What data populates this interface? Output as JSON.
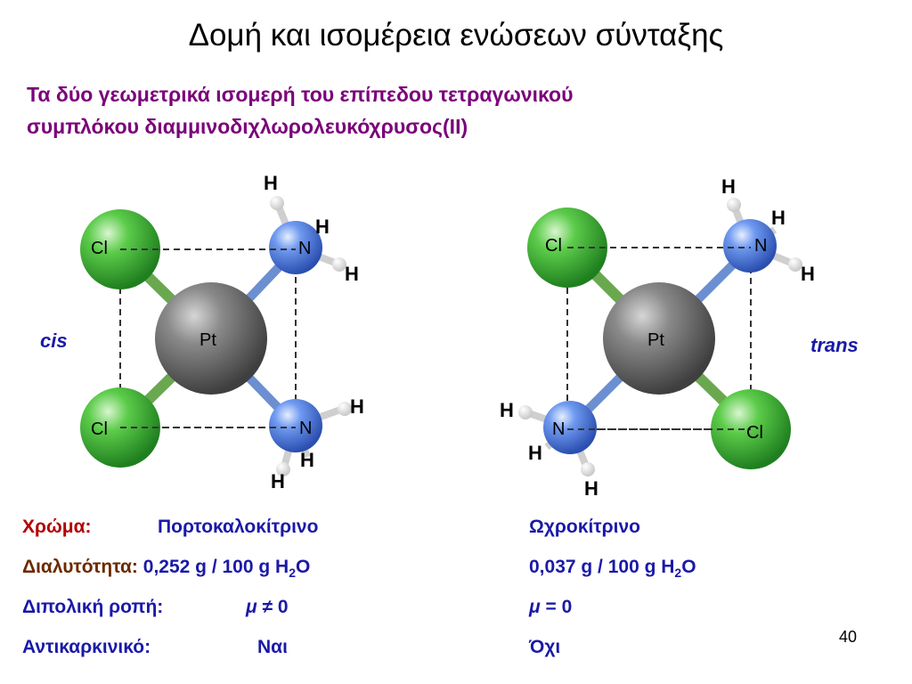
{
  "title": "Δομή και ισομέρεια ενώσεων σύνταξης",
  "subtitle_line1": "Τα δύο γεωμετρικά ισομερή του επίπεδου τετραγωνικού",
  "subtitle_line2": "συμπλόκου διαμμινοδιχλωρολευκόχρυσος(II)",
  "atoms": {
    "cl": "Cl",
    "n": "N",
    "pt": "Pt",
    "h": "H"
  },
  "isomers": {
    "cis": "cis",
    "trans": "trans"
  },
  "properties": {
    "color_label": "Χρώμα:",
    "color_cis": "Πορτοκαλοκίτρινο",
    "color_trans": "Ωχροκίτρινο",
    "solubility_label": "Διαλυτότητα:",
    "solubility_cis_prefix": "0,252 g / 100 g H",
    "solubility_trans_prefix": "0,037 g / 100 g H",
    "subscript_2": "2",
    "oxygen": "O",
    "dipole_label": "Διπολική ροπή:",
    "mu": "μ",
    "dipole_cis_rest": "≠ 0",
    "dipole_trans_rest": "= 0",
    "anticancer_label": "Αντικαρκινικό:",
    "anticancer_cis": "Ναι",
    "anticancer_trans": "Όχι"
  },
  "page_number": "40",
  "colors": {
    "title_purple": "#7a007a",
    "label_red": "#b00000",
    "label_brown": "#6b2a00",
    "value_blue": "#1a1aa8",
    "chlorine_green": "#2fb52f",
    "nitrogen_blue": "#4f7fe0",
    "platinum_grey": "#777777"
  }
}
